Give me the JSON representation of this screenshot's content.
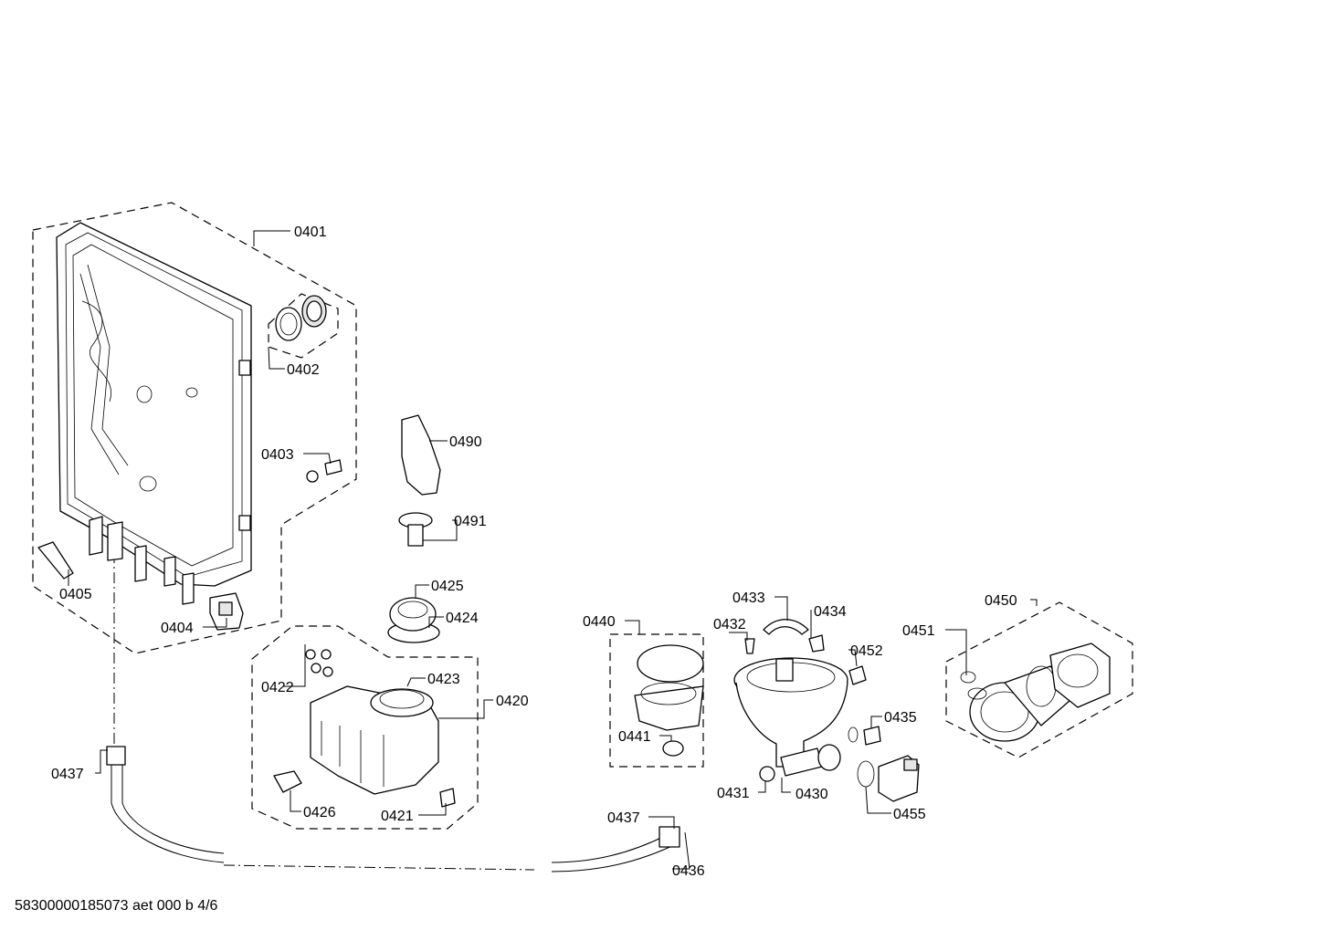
{
  "diagram": {
    "labels": {
      "p0401": "0401",
      "p0402": "0402",
      "p0403": "0403",
      "p0404": "0404",
      "p0405": "0405",
      "p0490": "0490",
      "p0491": "0491",
      "p0425": "0425",
      "p0424": "0424",
      "p0422": "0422",
      "p0423": "0423",
      "p0420": "0420",
      "p0426": "0426",
      "p0421": "0421",
      "p0437a": "0437",
      "p0437b": "0437",
      "p0436": "0436",
      "p0440": "0440",
      "p0441": "0441",
      "p0433": "0433",
      "p0434": "0434",
      "p0432": "0432",
      "p0452": "0452",
      "p0435": "0435",
      "p0431": "0431",
      "p0430": "0430",
      "p0455": "0455",
      "p0450": "0450",
      "p0451": "0451"
    },
    "footer": "58300000185073 aet 000 b 4/6"
  }
}
